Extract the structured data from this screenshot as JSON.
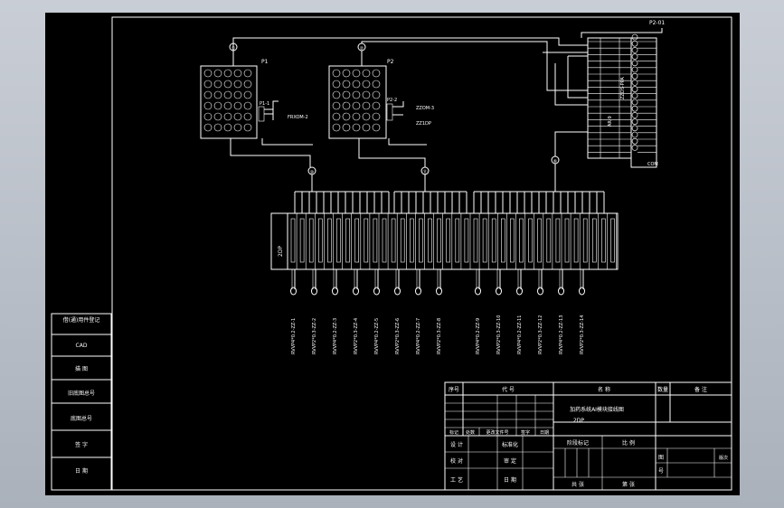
{
  "drawing": {
    "top_label": "P2-01",
    "panel_p1": {
      "label": "P1",
      "marker": "①",
      "jack": "P1-1",
      "cable": "FRXOM-2"
    },
    "panel_p2": {
      "label": "P2",
      "marker": "②",
      "jack": "P2-2",
      "cable": "ZZOM-3",
      "cable2": "ZZ1DP"
    },
    "module": {
      "vertical_text": "ZZDS-PPA",
      "vertical_text2": "AR-9",
      "bottom_tag": "COM"
    },
    "marker_c": "⑩",
    "marker_d": "⑪",
    "marker_e": "⑥",
    "terminal_strip_label": "2DP",
    "cable_labels": [
      "RVVP4*0.2-ZZ-1",
      "RVVP2*0.3-ZZ-2",
      "RVVP4*0.2-ZZ-3",
      "RVVP2*0.3-ZZ-4",
      "RVVP4*0.2-ZZ-5",
      "RVVP2*0.3-ZZ-6",
      "RVVP4*0.2-ZZ-7",
      "RVVP2*0.3-ZZ-8",
      "RVVP4*0.2-ZZ-9",
      "RVVP2*0.3-ZZ-10",
      "RVVP4*0.2-ZZ-11",
      "RVVP2*0.3-ZZ-12",
      "RVVP4*0.2-ZZ-13",
      "RVVP2*0.3-ZZ-14"
    ]
  },
  "left_table": {
    "rows": [
      "借(通)用件登记",
      "CAD",
      "描 图",
      "旧底图总号",
      "底图总号",
      "签 字",
      "日 期"
    ]
  },
  "title_block": {
    "headers": {
      "seq": "序号",
      "code": "代 号",
      "name": "名 称",
      "qty": "数量",
      "remark": "备 注"
    },
    "title_line1": "加药系统AI模块接线图",
    "title_line2": "2DP",
    "rev_headers": [
      "标记",
      "处数",
      "更改文件号",
      "签字",
      "日期"
    ],
    "sign_rows": [
      [
        "设 计",
        "标准化"
      ],
      [
        "校 对",
        "审 定"
      ],
      [
        "工 艺",
        "日 期"
      ]
    ],
    "mid_headers": {
      "stage": "阶段标记",
      "scale": "比 例"
    },
    "footer": {
      "sheets": "共 张",
      "sheet": "第 张"
    },
    "right_labels": {
      "top": "图",
      "top2": "号",
      "right": "版次"
    }
  }
}
